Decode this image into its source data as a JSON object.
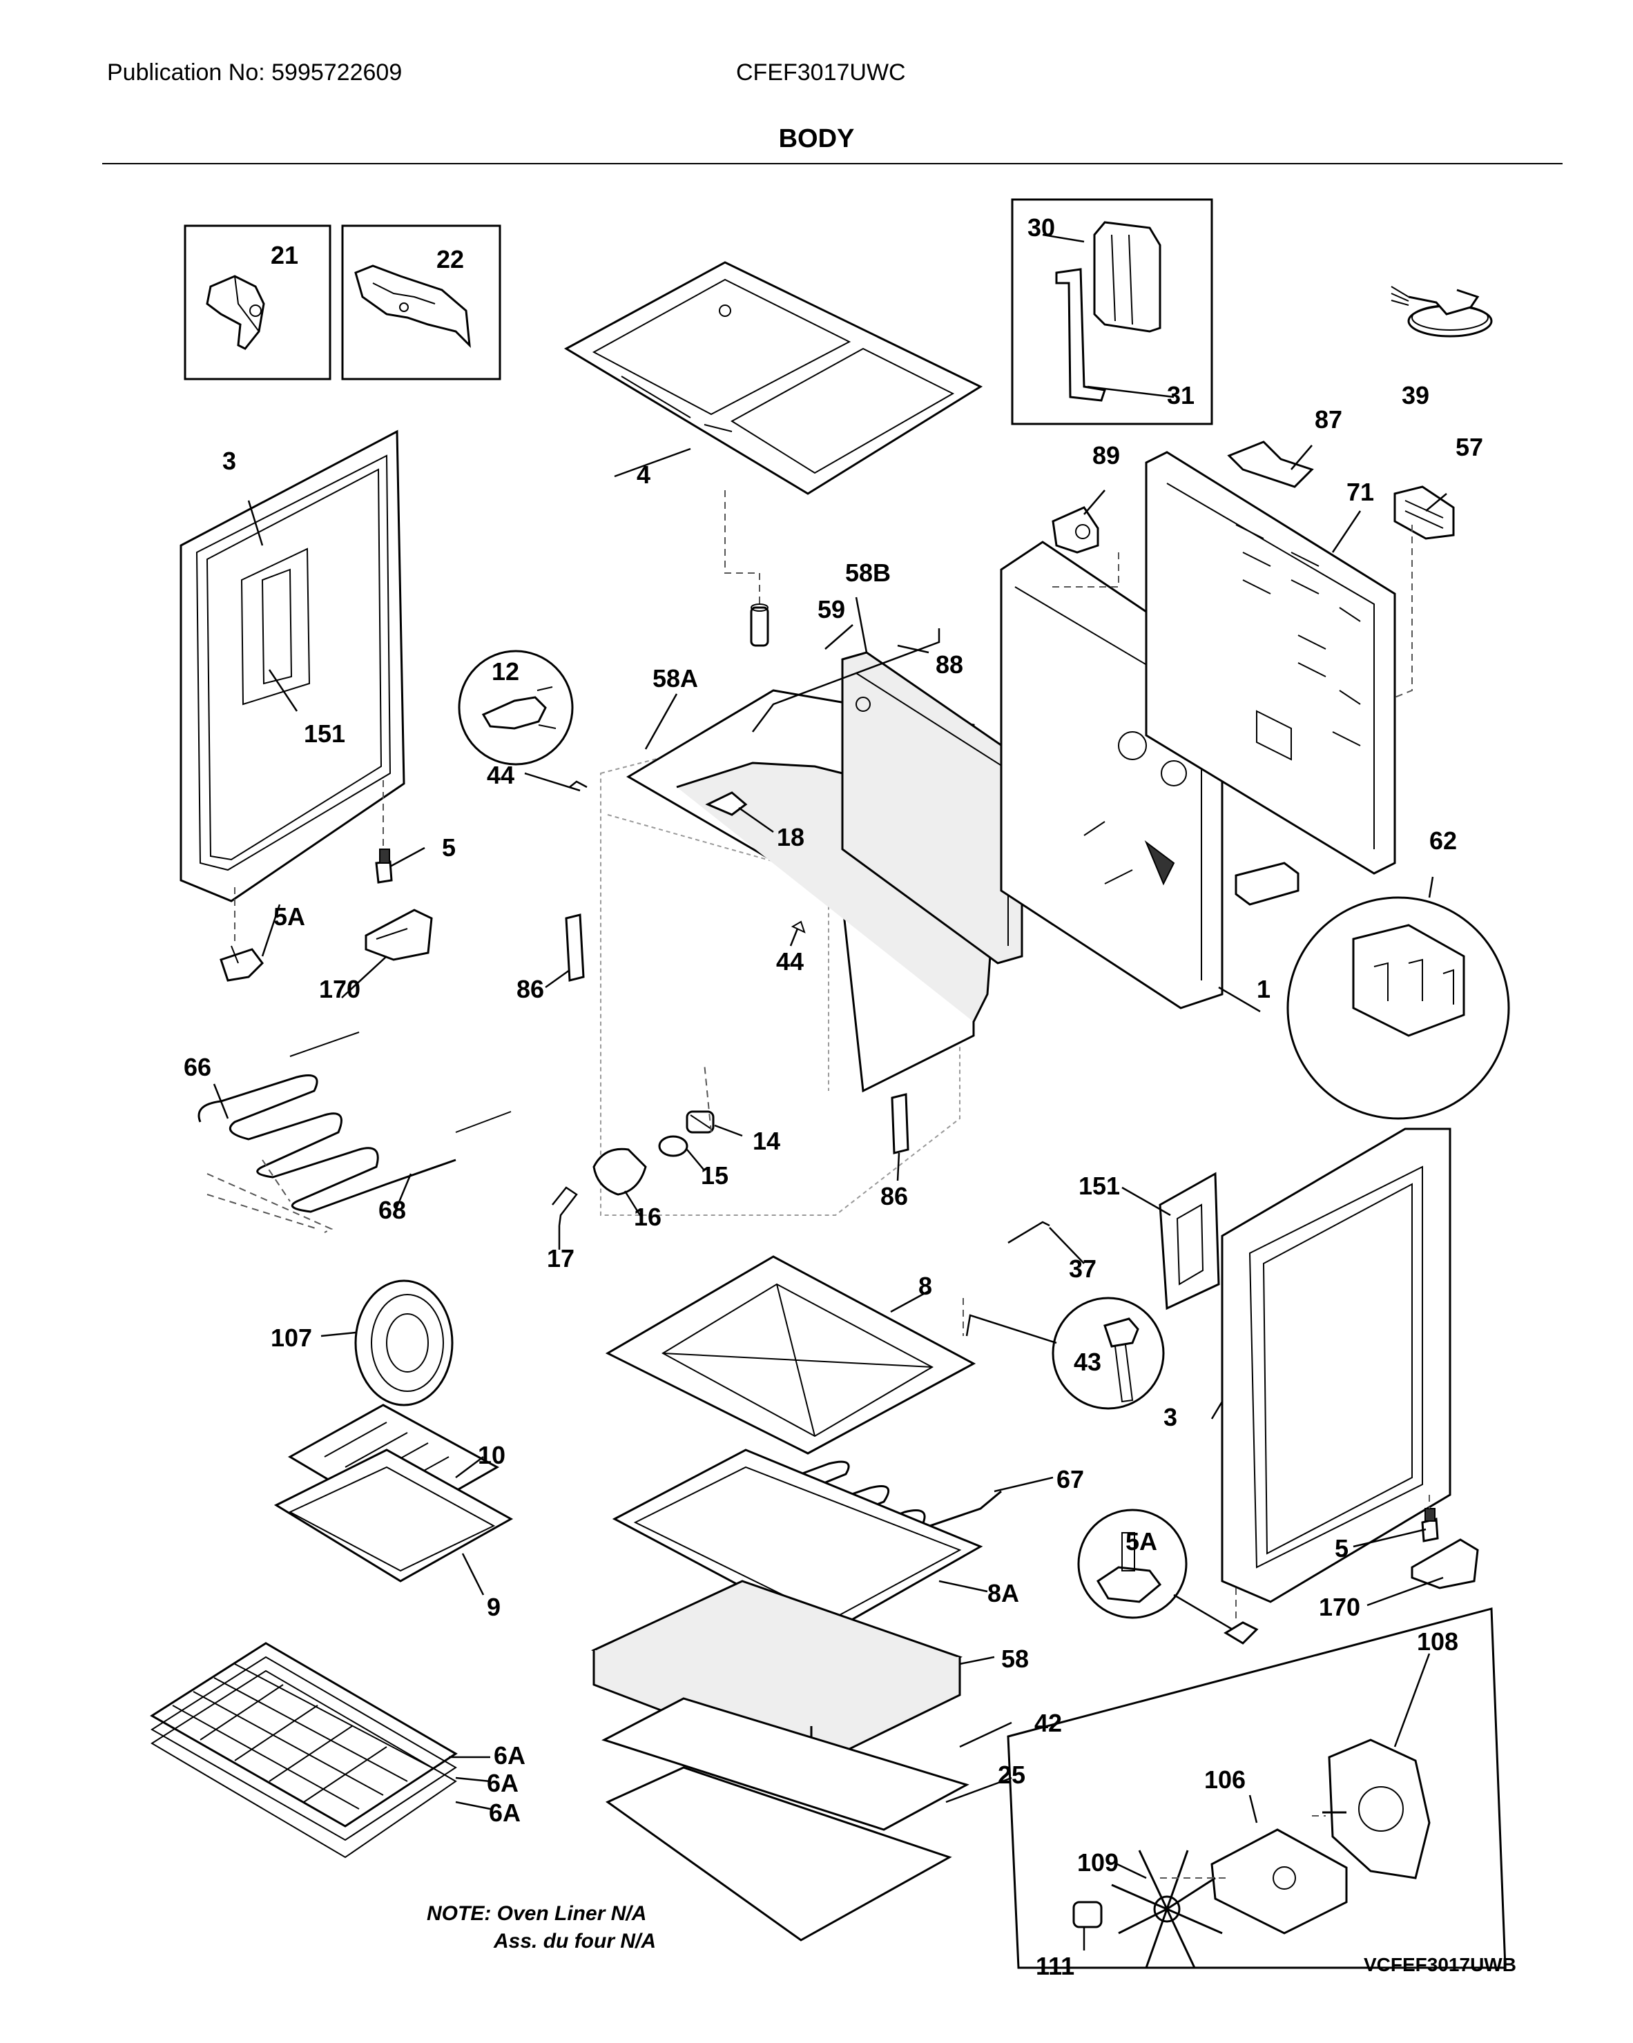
{
  "header": {
    "publication": "Publication No: 5995722609",
    "model": "CFEF3017UWC",
    "section_title": "BODY"
  },
  "labels": {
    "l21": "21",
    "l22": "22",
    "l30": "30",
    "l31": "31",
    "l39": "39",
    "l3_left": "3",
    "l4": "4",
    "l87": "87",
    "l57": "57",
    "l89": "89",
    "l71": "71",
    "l59": "59",
    "l58B": "58B",
    "l12": "12",
    "l58A": "58A",
    "l88": "88",
    "l151_left": "151",
    "l44_a": "44",
    "l18": "18",
    "l62": "62",
    "l5_left": "5",
    "l5A_left": "5A",
    "l170_left": "170",
    "l86_a": "86",
    "l44_b": "44",
    "l1": "1",
    "l66": "66",
    "l14": "14",
    "l15": "15",
    "l16": "16",
    "l17": "17",
    "l68": "68",
    "l86_b": "86",
    "l151_right": "151",
    "l37": "37",
    "l8": "8",
    "l107": "107",
    "l43": "43",
    "l3_right": "3",
    "l10": "10",
    "l67": "67",
    "l9": "9",
    "l8A": "8A",
    "l5A_right": "5A",
    "l5_right": "5",
    "l170_right": "170",
    "l108": "108",
    "l58": "58",
    "l6A_a": "6A",
    "l6A_b": "6A",
    "l6A_c": "6A",
    "l42": "42",
    "l25": "25",
    "l106": "106",
    "l109": "109",
    "l111": "111"
  },
  "notes": {
    "line1": "NOTE: Oven Liner N/A",
    "line2": "Ass. du four N/A"
  },
  "diagram_id": "VCFEF3017UWB"
}
